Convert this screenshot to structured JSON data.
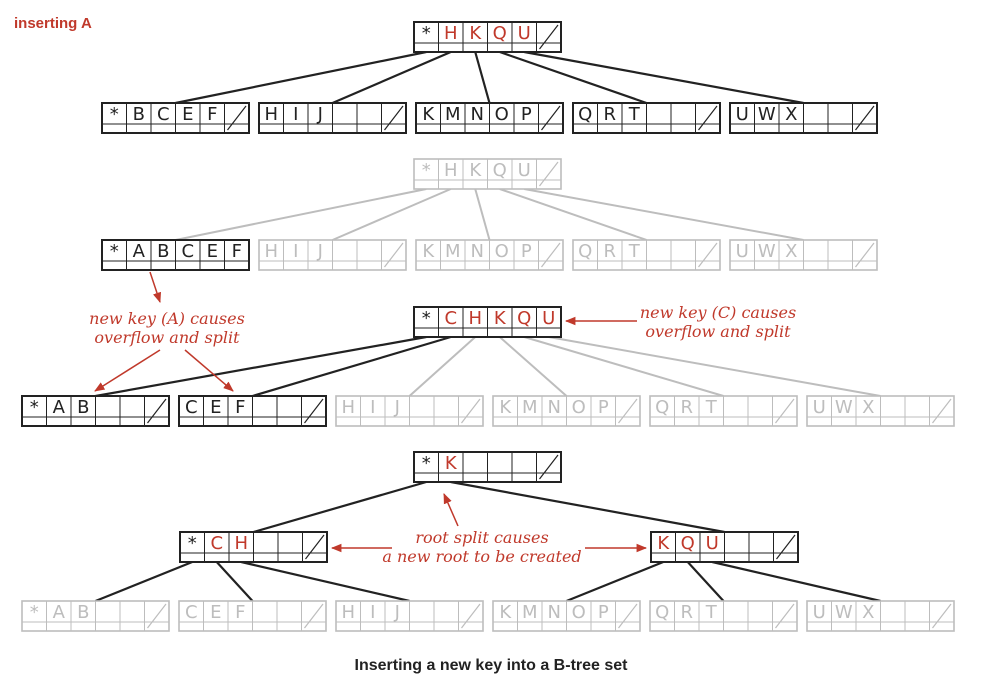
{
  "label": "inserting A",
  "caption": "Inserting a new key into a B-tree set",
  "annotations": {
    "overflow_a": [
      "new key (A) causes",
      "overflow and split"
    ],
    "overflow_c": [
      "new key (C) causes",
      "overflow and split"
    ],
    "root_split": [
      "root split causes",
      "a new root to be created"
    ]
  },
  "colors": {
    "active": "#222222",
    "faded": "#bdbdbd",
    "accent": "#c0392b"
  },
  "stages": [
    {
      "name": "stage-1",
      "nodes": [
        {
          "id": "root",
          "keys": [
            "*",
            "H",
            "K",
            "Q",
            "U"
          ],
          "style": "active",
          "key_color": "accent"
        },
        {
          "id": "leaf-bcef",
          "keys": [
            "*",
            "B",
            "C",
            "E",
            "F"
          ],
          "style": "active"
        },
        {
          "id": "leaf-hij",
          "keys": [
            "H",
            "I",
            "J"
          ],
          "style": "active"
        },
        {
          "id": "leaf-kmnop",
          "keys": [
            "K",
            "M",
            "N",
            "O",
            "P"
          ],
          "style": "active"
        },
        {
          "id": "leaf-qrt",
          "keys": [
            "Q",
            "R",
            "T"
          ],
          "style": "active"
        },
        {
          "id": "leaf-uwx",
          "keys": [
            "U",
            "W",
            "X"
          ],
          "style": "active"
        }
      ]
    },
    {
      "name": "stage-2",
      "nodes": [
        {
          "id": "root",
          "keys": [
            "*",
            "H",
            "K",
            "Q",
            "U"
          ],
          "style": "faded"
        },
        {
          "id": "leaf-abcef",
          "keys": [
            "*",
            "A",
            "B",
            "C",
            "E",
            "F"
          ],
          "style": "active",
          "overflow": true
        },
        {
          "id": "leaf-hij",
          "keys": [
            "H",
            "I",
            "J"
          ],
          "style": "faded"
        },
        {
          "id": "leaf-kmnop",
          "keys": [
            "K",
            "M",
            "N",
            "O",
            "P"
          ],
          "style": "faded"
        },
        {
          "id": "leaf-qrt",
          "keys": [
            "Q",
            "R",
            "T"
          ],
          "style": "faded"
        },
        {
          "id": "leaf-uwx",
          "keys": [
            "U",
            "W",
            "X"
          ],
          "style": "faded"
        }
      ]
    },
    {
      "name": "stage-3",
      "nodes": [
        {
          "id": "root",
          "keys": [
            "*",
            "C",
            "H",
            "K",
            "Q",
            "U"
          ],
          "style": "active",
          "key_color": "accent",
          "overflow": true
        },
        {
          "id": "leaf-ab",
          "keys": [
            "*",
            "A",
            "B"
          ],
          "style": "active"
        },
        {
          "id": "leaf-cef",
          "keys": [
            "C",
            "E",
            "F"
          ],
          "style": "active"
        },
        {
          "id": "leaf-hij",
          "keys": [
            "H",
            "I",
            "J"
          ],
          "style": "faded"
        },
        {
          "id": "leaf-kmnop",
          "keys": [
            "K",
            "M",
            "N",
            "O",
            "P"
          ],
          "style": "faded"
        },
        {
          "id": "leaf-qrt",
          "keys": [
            "Q",
            "R",
            "T"
          ],
          "style": "faded"
        },
        {
          "id": "leaf-uwx",
          "keys": [
            "U",
            "W",
            "X"
          ],
          "style": "faded"
        }
      ]
    },
    {
      "name": "stage-4",
      "nodes": [
        {
          "id": "new-root",
          "keys": [
            "*",
            "K"
          ],
          "style": "active",
          "key_color": "accent"
        },
        {
          "id": "internal-ch",
          "keys": [
            "*",
            "C",
            "H"
          ],
          "style": "active",
          "key_color": "accent"
        },
        {
          "id": "internal-kqu",
          "keys": [
            "K",
            "Q",
            "U"
          ],
          "style": "active",
          "key_color": "accent"
        },
        {
          "id": "leaf-ab",
          "keys": [
            "*",
            "A",
            "B"
          ],
          "style": "faded"
        },
        {
          "id": "leaf-cef",
          "keys": [
            "C",
            "E",
            "F"
          ],
          "style": "faded"
        },
        {
          "id": "leaf-hij",
          "keys": [
            "H",
            "I",
            "J"
          ],
          "style": "faded"
        },
        {
          "id": "leaf-kmnop",
          "keys": [
            "K",
            "M",
            "N",
            "O",
            "P"
          ],
          "style": "faded"
        },
        {
          "id": "leaf-qrt",
          "keys": [
            "Q",
            "R",
            "T"
          ],
          "style": "faded"
        },
        {
          "id": "leaf-uwx",
          "keys": [
            "U",
            "W",
            "X"
          ],
          "style": "faded"
        }
      ]
    }
  ]
}
